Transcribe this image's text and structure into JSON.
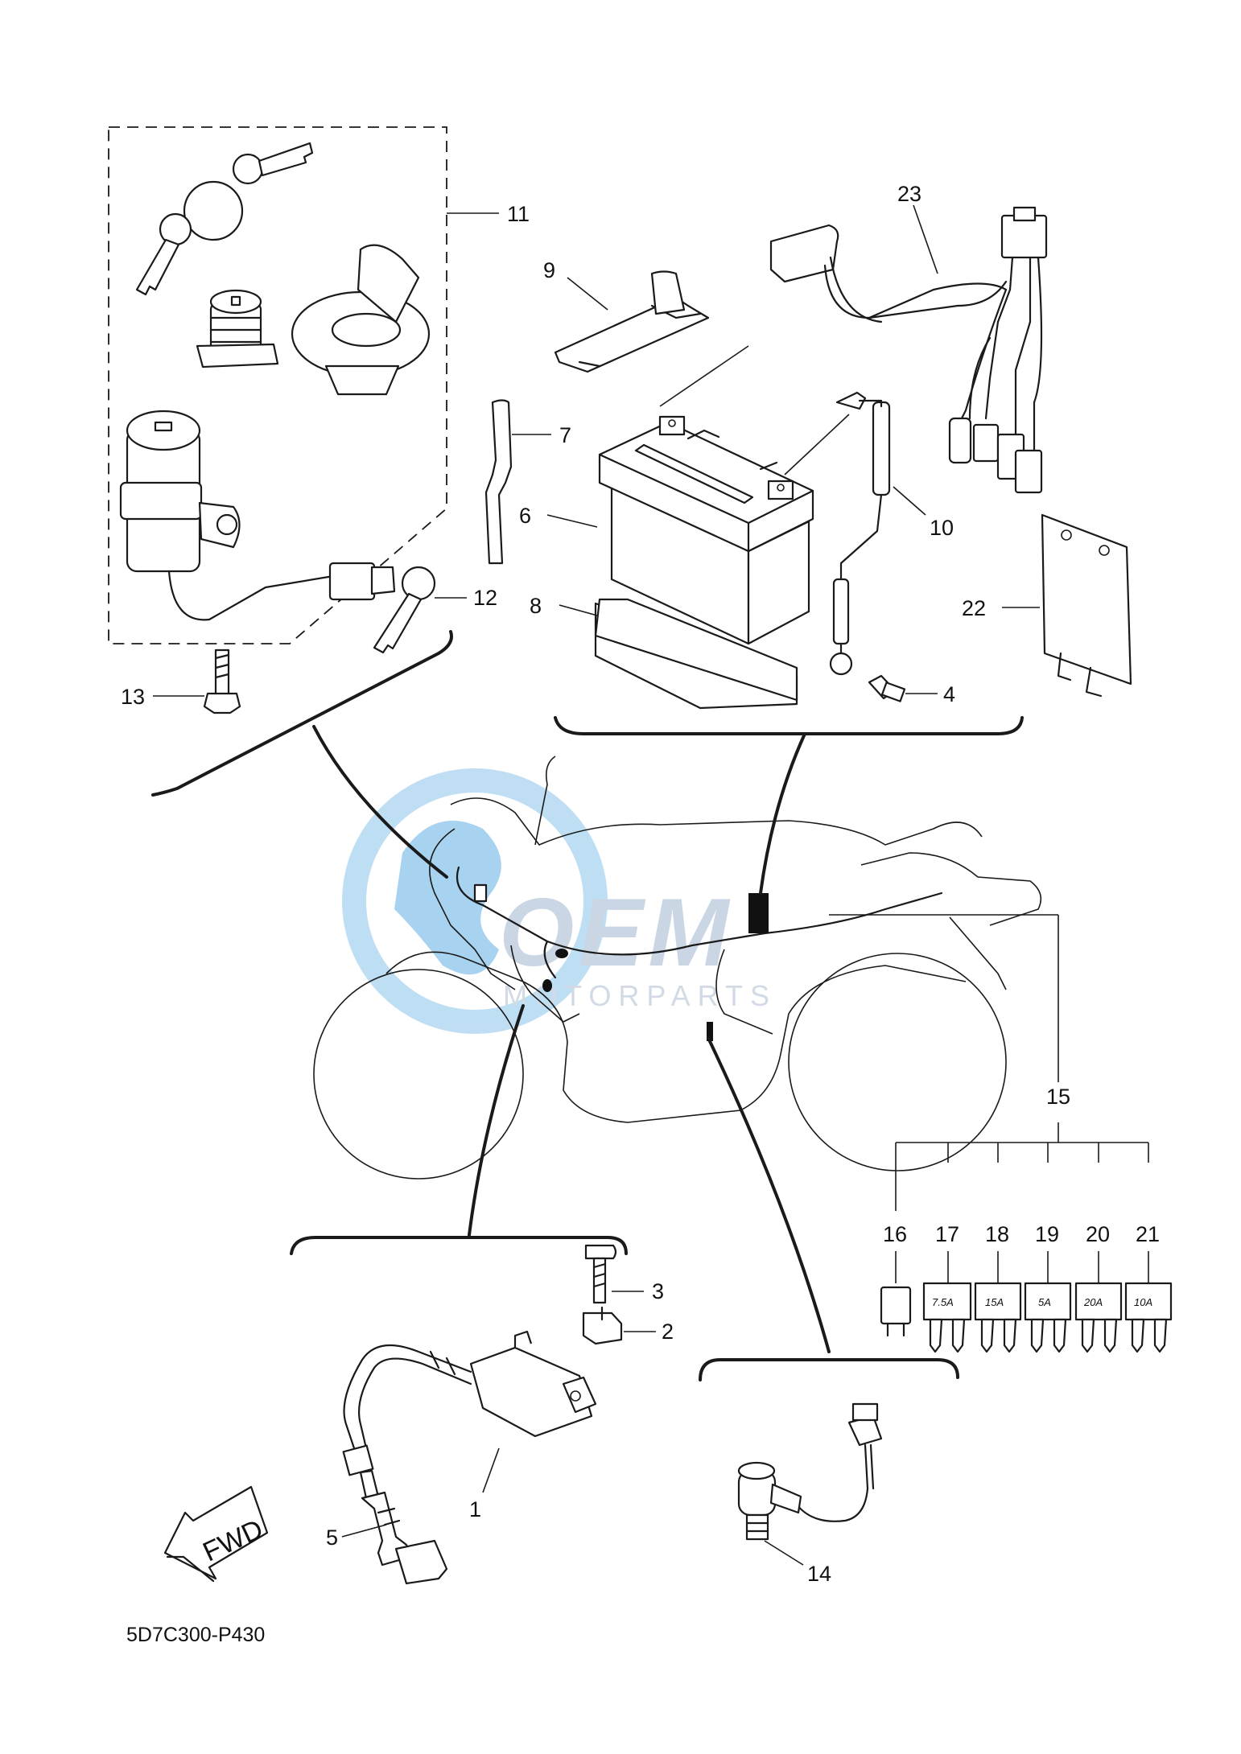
{
  "diagram": {
    "code": "5D7C300-P430",
    "fwd_label": "FWD",
    "watermark": {
      "brand": "OEM",
      "sub": "MOTORPARTS",
      "accent": "#4aa3e0"
    },
    "callouts": {
      "c1": "1",
      "c2": "2",
      "c3": "3",
      "c4": "4",
      "c5": "5",
      "c6": "6",
      "c7": "7",
      "c8": "8",
      "c9": "9",
      "c10": "10",
      "c11": "11",
      "c12": "12",
      "c13": "13",
      "c14": "14",
      "c15": "15",
      "c16": "16",
      "c17": "17",
      "c18": "18",
      "c19": "19",
      "c20": "20",
      "c21": "21",
      "c22": "22",
      "c23": "23"
    },
    "fuses": {
      "f17": "7.5A",
      "f18": "15A",
      "f19": "5A",
      "f20": "20A",
      "f21": "10A"
    }
  }
}
